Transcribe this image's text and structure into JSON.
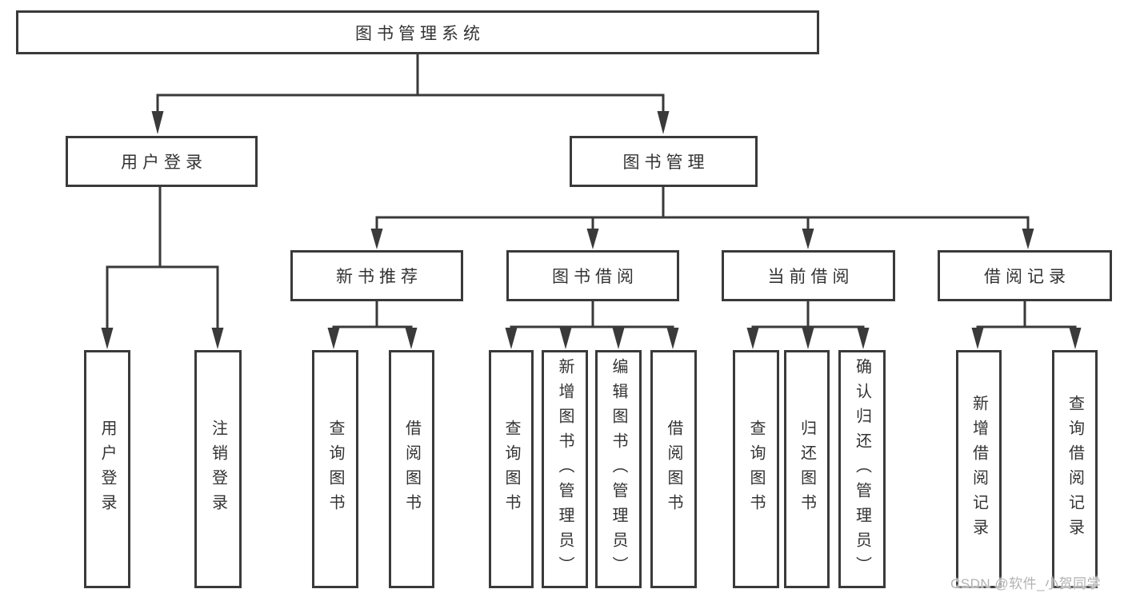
{
  "diagram": {
    "type": "tree",
    "title": "图书管理系统",
    "colors": {
      "background": "#ffffff",
      "box_border": "#3a3a3a",
      "connector_line": "#3a3a3a",
      "text": "#333333",
      "watermark": "#b2b2b2"
    }
  },
  "watermark": {
    "text": "CSDN @软件_小贺同学"
  },
  "nodes": {
    "root": {
      "label": "图书管理系统"
    },
    "user_login": {
      "label": "用户登录"
    },
    "book_mgmt": {
      "label": "图书管理"
    },
    "new_book_rec": {
      "label": "新书推荐"
    },
    "book_borrow": {
      "label": "图书借阅"
    },
    "current_borrow": {
      "label": "当前借阅"
    },
    "borrow_records": {
      "label": "借阅记录"
    },
    "leaf_user_login": {
      "label": "用户登录"
    },
    "leaf_logout_login": {
      "label": "注销登录"
    },
    "leaf_rec_query_book": {
      "label": "查询图书"
    },
    "leaf_rec_borrow_book": {
      "label": "借阅图书"
    },
    "leaf_bor_query_book": {
      "label": "查询图书"
    },
    "leaf_bor_add_book": {
      "label": "新增图书（管理员）"
    },
    "leaf_bor_edit_book": {
      "label": "编辑图书（管理员）"
    },
    "leaf_bor_borrow_book": {
      "label": "借阅图书"
    },
    "leaf_cur_query_book": {
      "label": "查询图书"
    },
    "leaf_cur_return_book": {
      "label": "归还图书"
    },
    "leaf_cur_confirm_return": {
      "label": "确认归还（管理员）"
    },
    "leaf_rcd_add_record": {
      "label": "新增借阅记录"
    },
    "leaf_rcd_query_record": {
      "label": "查询借阅记录"
    }
  },
  "hierarchy": {
    "root": [
      "user_login",
      "book_mgmt"
    ],
    "user_login": [
      "leaf_user_login",
      "leaf_logout_login"
    ],
    "book_mgmt": [
      "new_book_rec",
      "book_borrow",
      "current_borrow",
      "borrow_records"
    ],
    "new_book_rec": [
      "leaf_rec_query_book",
      "leaf_rec_borrow_book"
    ],
    "book_borrow": [
      "leaf_bor_query_book",
      "leaf_bor_add_book",
      "leaf_bor_edit_book",
      "leaf_bor_borrow_book"
    ],
    "current_borrow": [
      "leaf_cur_query_book",
      "leaf_cur_return_book",
      "leaf_cur_confirm_return"
    ],
    "borrow_records": [
      "leaf_rcd_add_record",
      "leaf_rcd_query_record"
    ]
  }
}
